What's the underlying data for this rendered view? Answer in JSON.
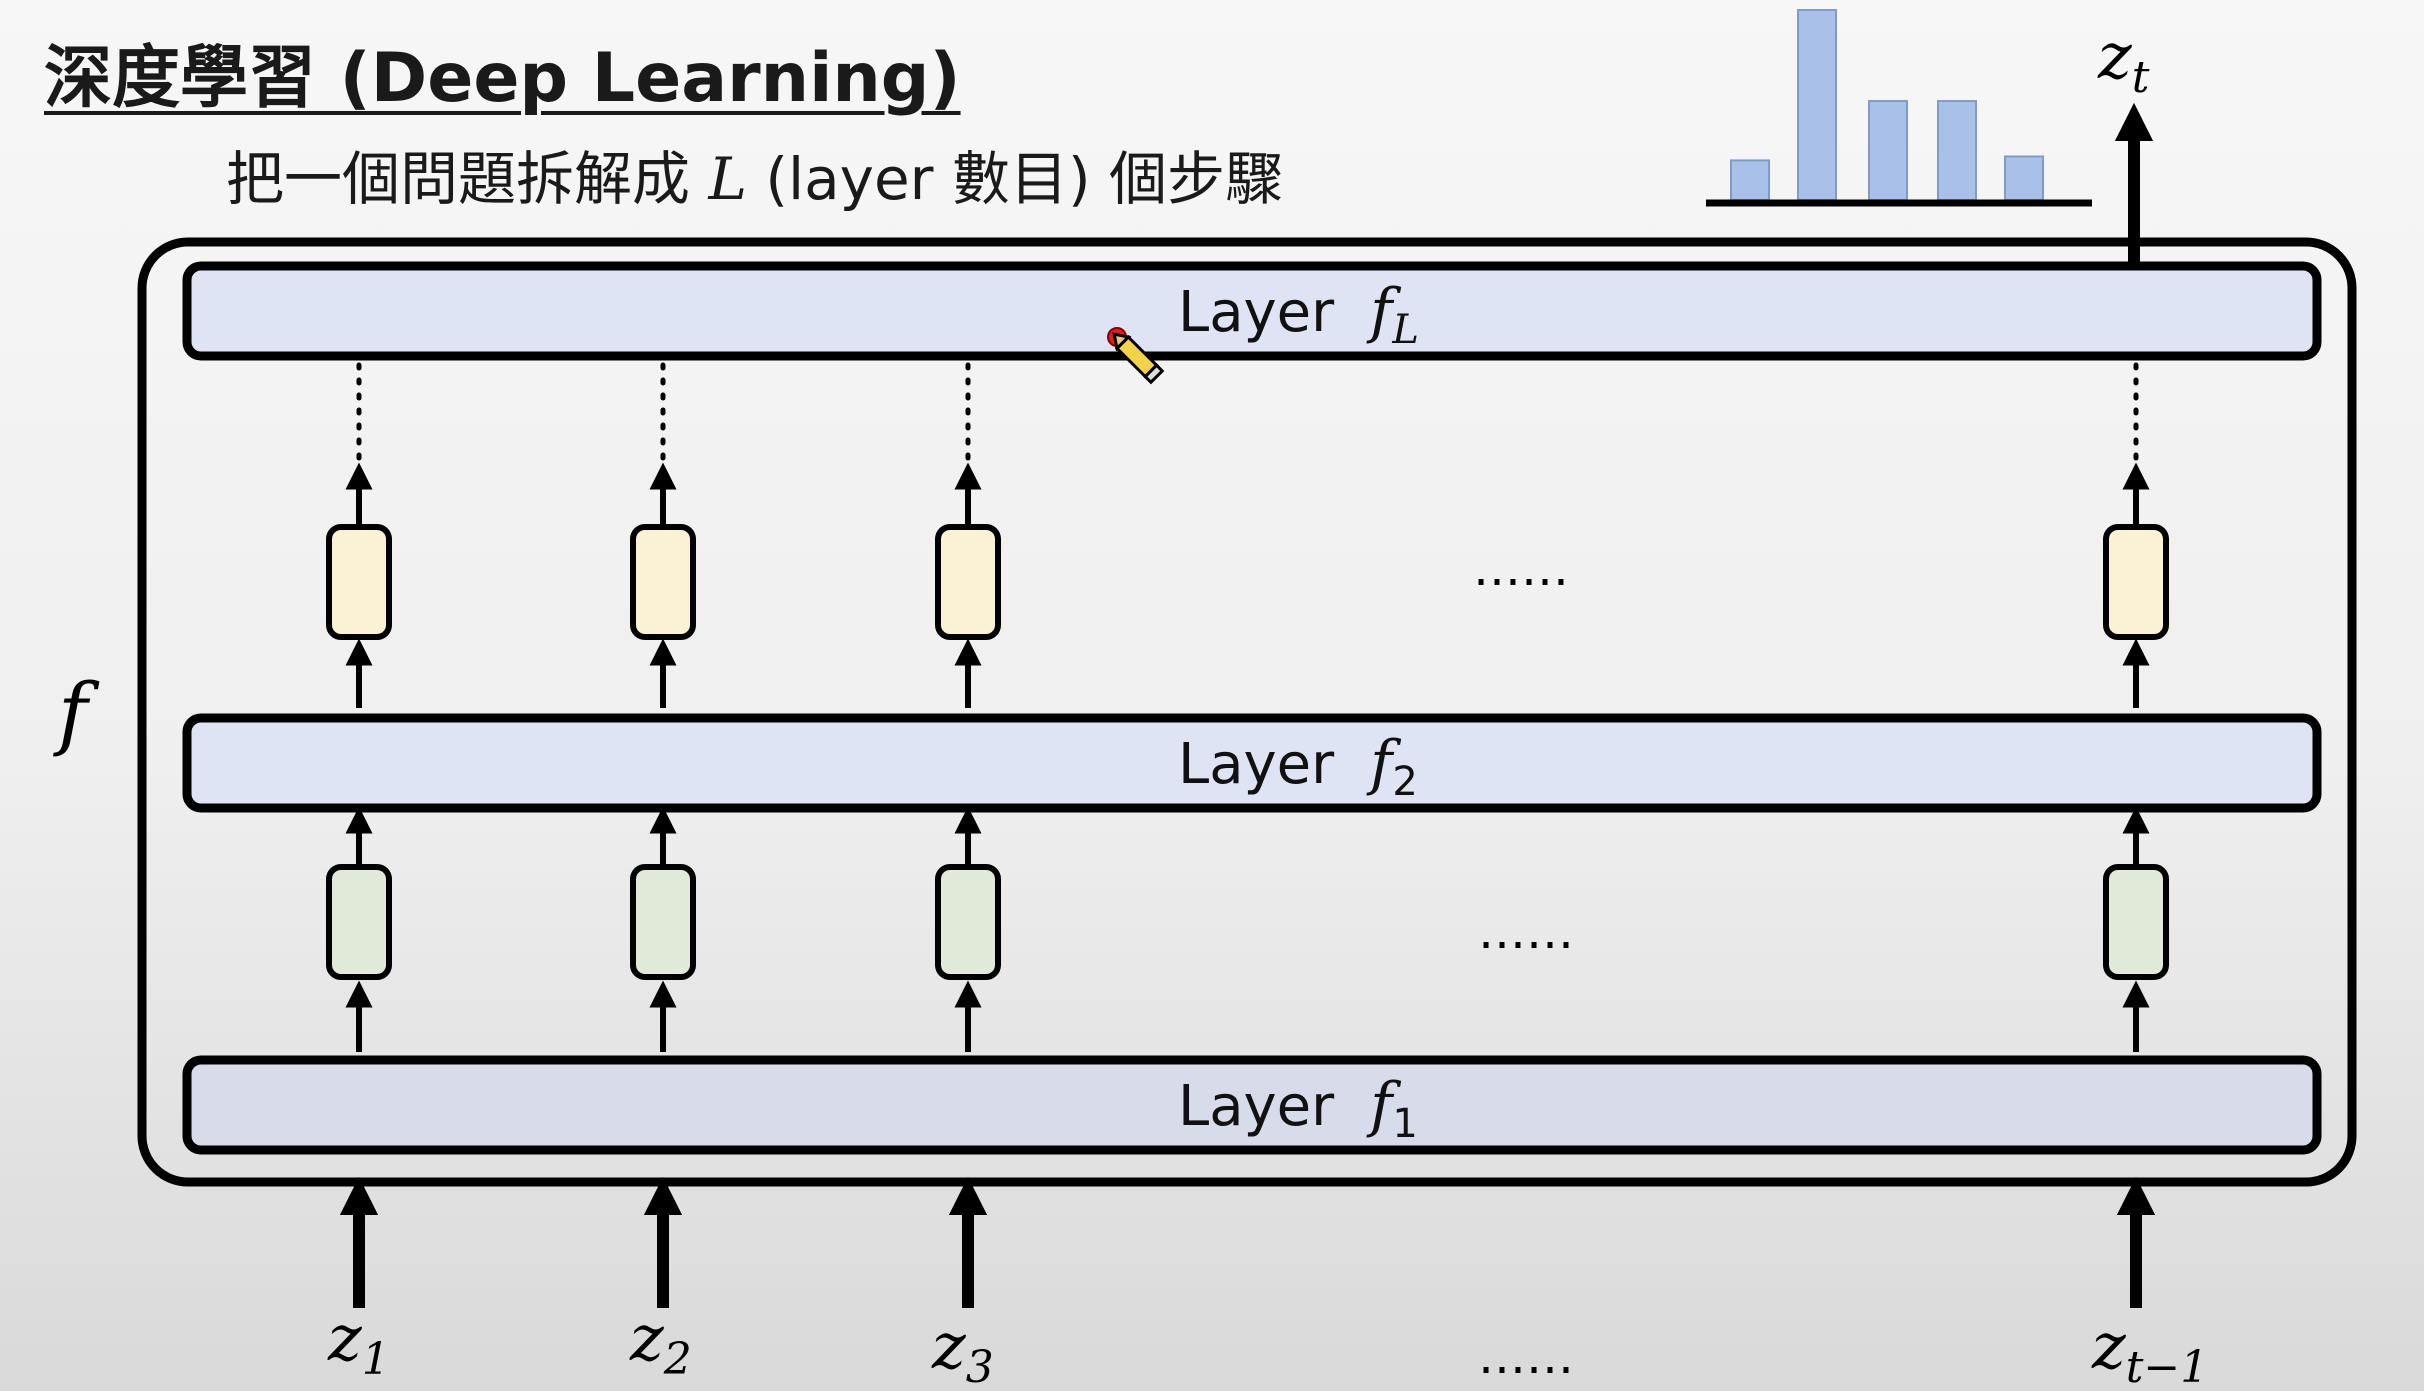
{
  "title": "深度學習 (Deep Learning)",
  "subtitle": {
    "prefix": "把一個問題拆解成 ",
    "var": "L",
    "suffix": " (layer 數目) 個步驟"
  },
  "function_label": "f",
  "output": {
    "label": "z",
    "subscript": "t"
  },
  "layers": [
    {
      "word": "Layer",
      "fn": "f",
      "sub": "L"
    },
    {
      "word": "Layer",
      "fn": "f",
      "sub": "2"
    },
    {
      "word": "Layer",
      "fn": "f",
      "sub": "1"
    }
  ],
  "inputs": [
    {
      "label": "z",
      "sub": "1"
    },
    {
      "label": "z",
      "sub": "2"
    },
    {
      "label": "z",
      "sub": "3"
    },
    {
      "label": "z",
      "sub": "t−1"
    }
  ],
  "ellipsis": "……",
  "histogram": {
    "values": [
      1,
      4.8,
      2.5,
      2.5,
      1.1
    ]
  },
  "colors": {
    "layer_fill": "#dfe4f5",
    "layer_bottom_fill": "#d8dbea",
    "upper_node_fill": "#fbf2d6",
    "lower_node_fill": "#e1e9d8",
    "hist_bar": "#a9c1e8",
    "stroke": "#000000"
  }
}
